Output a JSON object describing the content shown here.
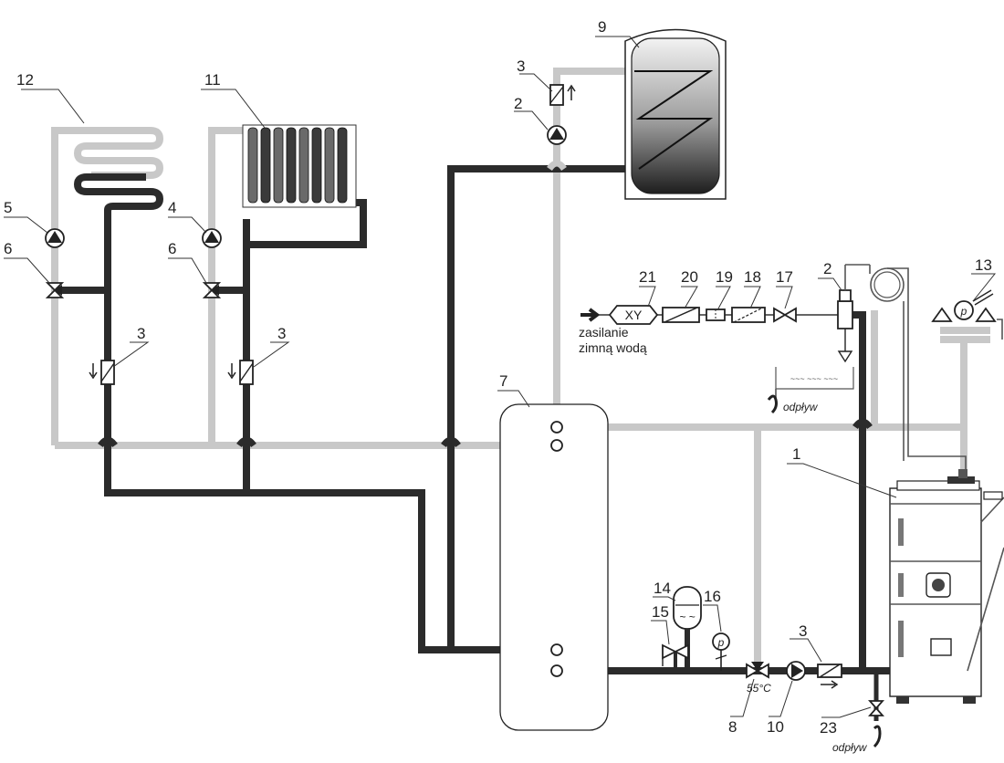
{
  "colors": {
    "supply": "#2b2b2b",
    "return": "#c8c8c8",
    "outline": "#222222"
  },
  "components": [
    {
      "number": "1",
      "icon": "boiler-icon"
    },
    {
      "number": "2",
      "icon": "pump-icon"
    },
    {
      "number": "3",
      "icon": "check-valve-icon"
    },
    {
      "number": "4",
      "icon": "pump-icon"
    },
    {
      "number": "5",
      "icon": "pump-icon"
    },
    {
      "number": "6",
      "icon": "three-way-valve-icon"
    },
    {
      "number": "7",
      "icon": "buffer-tank-icon"
    },
    {
      "number": "8",
      "icon": "thermostatic-valve-icon"
    },
    {
      "number": "9",
      "icon": "pump-icon"
    },
    {
      "number": "10",
      "icon": "hot-water-tank-icon"
    },
    {
      "number": "11",
      "icon": "radiator-icon"
    },
    {
      "number": "12",
      "icon": "floor-heating-coil-icon"
    },
    {
      "number": "13",
      "icon": "safety-group-icon"
    },
    {
      "number": "14",
      "icon": "expansion-vessel-icon"
    },
    {
      "number": "15",
      "icon": "fill-valve-icon"
    },
    {
      "number": "16",
      "icon": "pressure-gauge-icon"
    },
    {
      "number": "17",
      "icon": "shutoff-valve-icon"
    },
    {
      "number": "18",
      "icon": "strainer-icon"
    },
    {
      "number": "19",
      "icon": "filter-icon"
    },
    {
      "number": "20",
      "icon": "check-valve-icon"
    },
    {
      "number": "21",
      "icon": "water-treatment-icon"
    },
    {
      "number": "23",
      "icon": "drain-valve-icon"
    }
  ],
  "labels": {
    "cold_water_supply_line1": "zasilanie",
    "cold_water_supply_line2": "zimną wodą",
    "drain": "odpływ",
    "treatment_unit": "XY",
    "temperature": "55°C",
    "pressure_symbol": "p"
  }
}
